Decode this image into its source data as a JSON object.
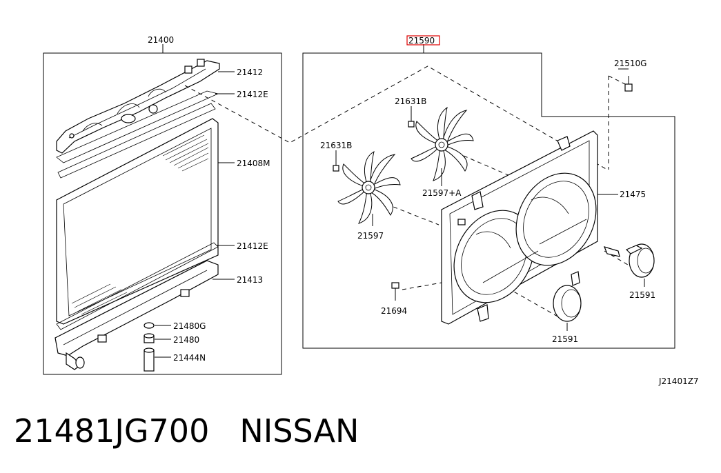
{
  "diagram": {
    "code": "J21401Z7",
    "labels": {
      "p21400": "21400",
      "p21590": "21590",
      "p21510G": "21510G",
      "p21412": "21412",
      "p21412E_top": "21412E",
      "p21408M": "21408M",
      "p21412E_bottom": "21412E",
      "p21413": "21413",
      "p21480G": "21480G",
      "p21480": "21480",
      "p21444N": "21444N",
      "p21631B_upper": "21631B",
      "p21631B_left": "21631B",
      "p21597A": "21597+A",
      "p21597": "21597",
      "p21475": "21475",
      "p21591_right": "21591",
      "p21694": "21694",
      "p21591_bottom": "21591"
    }
  },
  "footer": {
    "part_number": "21481JG700",
    "brand": "NISSAN"
  },
  "colors": {
    "highlight_box": "#e00000",
    "line": "#000000",
    "background": "#ffffff"
  }
}
